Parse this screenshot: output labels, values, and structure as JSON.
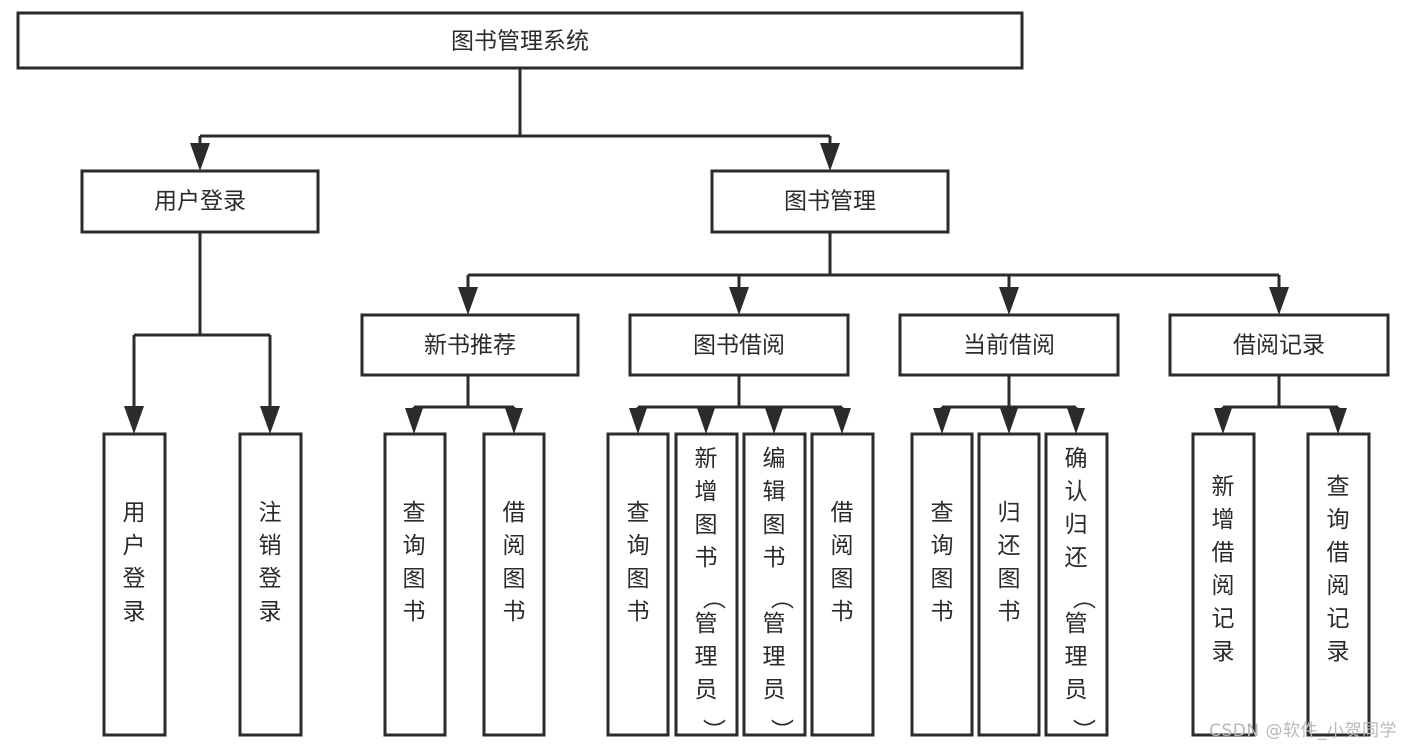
{
  "diagram": {
    "title": "图书管理系统",
    "type": "tree-hierarchy",
    "colors": {
      "stroke": "#2b2b2b",
      "fill": "#ffffff",
      "background": "#ffffff",
      "watermark": "#b9b9b9"
    },
    "levels": {
      "root": {
        "label": "图书管理系统"
      },
      "level2": [
        {
          "label": "用户登录"
        },
        {
          "label": "图书管理"
        }
      ],
      "level3": [
        {
          "label": "新书推荐"
        },
        {
          "label": "图书借阅"
        },
        {
          "label": "当前借阅"
        },
        {
          "label": "借阅记录"
        }
      ],
      "leaves": {
        "user_login": [
          {
            "label": "用户登录"
          },
          {
            "label": "注销登录"
          }
        ],
        "new_book_recommend": [
          {
            "label": "查询图书"
          },
          {
            "label": "借阅图书"
          }
        ],
        "book_borrow": [
          {
            "label": "查询图书"
          },
          {
            "label": "新增图书（管理员）"
          },
          {
            "label": "编辑图书（管理员）"
          },
          {
            "label": "借阅图书"
          }
        ],
        "current_borrow": [
          {
            "label": "查询图书"
          },
          {
            "label": "归还图书"
          },
          {
            "label": "确认归还（管理员）"
          }
        ],
        "borrow_record": [
          {
            "label": "新增借阅记录"
          },
          {
            "label": "查询借阅记录"
          }
        ]
      }
    }
  },
  "watermark": {
    "text": "CSDN @软件_小贺同学"
  }
}
